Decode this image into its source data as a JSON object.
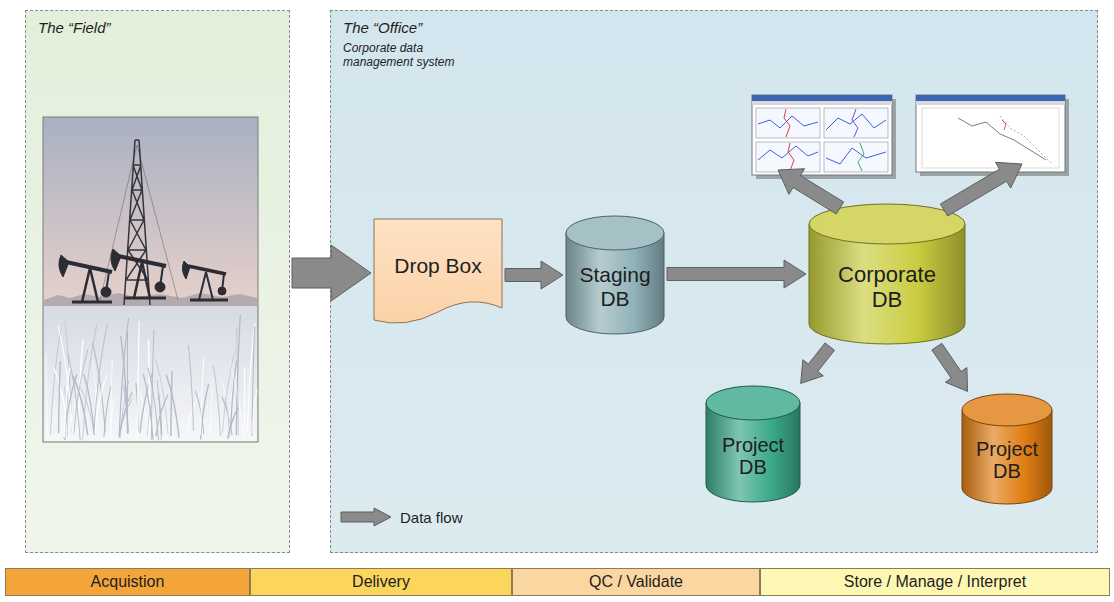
{
  "diagram": {
    "nodes": [
      {
        "text": [
          "The “Field”"
        ]
      },
      {
        "text": [
          "The “Office”",
          "Corporate data management system"
        ]
      },
      {
        "text": [
          "Drop Box"
        ],
        "in": 1
      },
      {
        "text": [
          "Staging DB"
        ],
        "in": 1
      },
      {
        "text": [
          "Corporate DB"
        ],
        "in": 1
      },
      {
        "text": [
          "Project DB"
        ],
        "in": 1
      },
      {
        "text": [
          "Project DB"
        ],
        "in": 1
      },
      {
        "text": [
          "Acquistion"
        ]
      },
      {
        "text": [
          "Delivery"
        ]
      },
      {
        "text": [
          "QC / Validate"
        ]
      },
      {
        "text": [
          "Store / Manage / Interpret"
        ]
      }
    ],
    "edges": [
      {
        "from": 0,
        "to": 2,
        "arrow": "to"
      },
      {
        "from": 2,
        "to": 3,
        "arrow": "to"
      },
      {
        "from": 3,
        "to": 4,
        "arrow": "to"
      },
      {
        "from": 4,
        "to": 5,
        "arrow": "to"
      },
      {
        "from": 4,
        "to": 6,
        "arrow": "to"
      }
    ],
    "legend": [
      {
        "text": "Data flow"
      }
    ]
  }
}
